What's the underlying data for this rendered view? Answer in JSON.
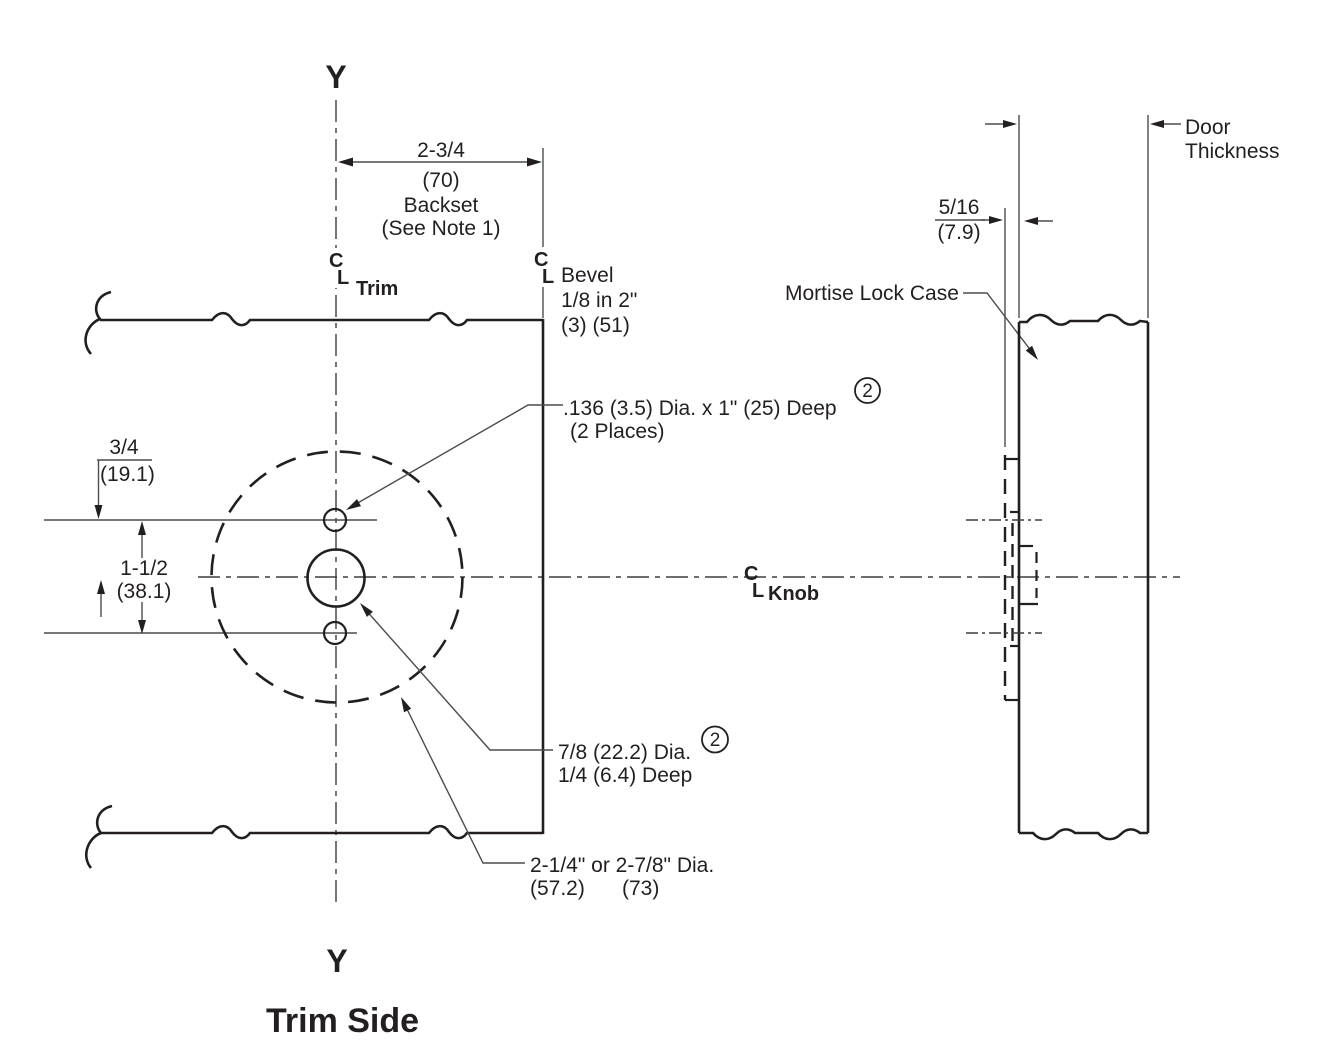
{
  "drawing": {
    "title": "Trim Side",
    "colors": {
      "ink": "#231f20",
      "thin_line": "#4b4c4e",
      "background": "#ffffff"
    },
    "left_view": {
      "axis_label_top": "Y",
      "axis_label_bottom": "Y",
      "backset_dim": {
        "value": "2-3/4",
        "metric": "(70)",
        "name": "Backset",
        "note": "(See Note 1)"
      },
      "cl_trim": {
        "c": "C",
        "l": "L",
        "label": "Trim"
      },
      "cl_bevel": {
        "c": "C",
        "l": "L",
        "line1": "Bevel",
        "line2": "1/8 in 2\"",
        "line3": "(3) (51)"
      },
      "cl_knob": {
        "c": "C",
        "l": "L",
        "label": "Knob"
      },
      "top_hole_note": {
        "line1": ".136 (3.5) Dia. x 1\" (25) Deep",
        "line2": "(2 Places)",
        "badge": "2"
      },
      "knob_hole_note": {
        "line1": "7/8 (22.2) Dia.",
        "line2": "1/4 (6.4) Deep",
        "badge": "2"
      },
      "trim_dia_note": {
        "line1": "2-1/4\" or 2-7/8\" Dia.",
        "metric1": "(57.2)",
        "metric2": "(73)"
      },
      "offset_dim": {
        "value": "3/4",
        "metric": "(19.1)"
      },
      "spacing_dim": {
        "value": "1-1/2",
        "metric": "(38.1)"
      }
    },
    "right_view": {
      "door_thickness_label": {
        "line1": "Door",
        "line2": "Thickness"
      },
      "inset_dim": {
        "value": "5/16",
        "metric": "(7.9)"
      },
      "mortise_label": "Mortise Lock Case"
    }
  }
}
